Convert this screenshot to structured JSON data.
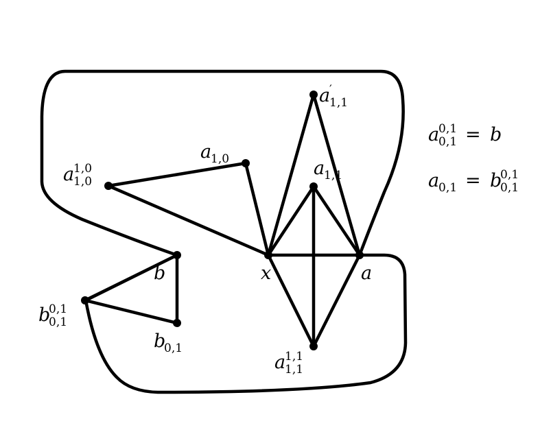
{
  "diagram": {
    "nodes": [
      {
        "id": "a_prime_11",
        "base": "a",
        "prime": "′",
        "sub": "1,1",
        "sup": ""
      },
      {
        "id": "a_10",
        "base": "a",
        "prime": "",
        "sub": "1,0",
        "sup": ""
      },
      {
        "id": "a10_10",
        "base": "a",
        "prime": "",
        "sub": "1,0",
        "sup": "1,0"
      },
      {
        "id": "a_11",
        "base": "a",
        "prime": "",
        "sub": "1,1",
        "sup": ""
      },
      {
        "id": "x",
        "base": "x",
        "prime": "",
        "sub": "",
        "sup": ""
      },
      {
        "id": "a",
        "base": "a",
        "prime": "",
        "sub": "",
        "sup": ""
      },
      {
        "id": "b",
        "base": "b",
        "prime": "",
        "sub": "",
        "sup": ""
      },
      {
        "id": "b01_01",
        "base": "b",
        "prime": "",
        "sub": "0,1",
        "sup": "0,1"
      },
      {
        "id": "b_01",
        "base": "b",
        "prime": "",
        "sub": "0,1",
        "sup": ""
      },
      {
        "id": "a11_11",
        "base": "a",
        "prime": "",
        "sub": "1,1",
        "sup": "1,1"
      }
    ],
    "edges": [
      [
        "a10_10",
        "a_10"
      ],
      [
        "a_10",
        "x"
      ],
      [
        "a10_10",
        "x"
      ],
      [
        "x",
        "a_prime_11"
      ],
      [
        "a_prime_11",
        "a"
      ],
      [
        "x",
        "a_11"
      ],
      [
        "a_11",
        "a"
      ],
      [
        "a_11",
        "a11_11"
      ],
      [
        "x",
        "a"
      ],
      [
        "x",
        "a11_11"
      ],
      [
        "a11_11",
        "a"
      ],
      [
        "b",
        "b01_01"
      ],
      [
        "b01_01",
        "b_01"
      ],
      [
        "b",
        "b_01"
      ]
    ],
    "equations": [
      {
        "lhs_base": "a",
        "lhs_sub": "0,1",
        "lhs_sup": "0,1",
        "op": "=",
        "rhs_base": "b",
        "rhs_sub": "",
        "rhs_sup": ""
      },
      {
        "lhs_base": "a",
        "lhs_sub": "0,1",
        "lhs_sup": "",
        "op": "=",
        "rhs_base": "b",
        "rhs_sub": "0,1",
        "rhs_sup": "0,1"
      }
    ]
  }
}
